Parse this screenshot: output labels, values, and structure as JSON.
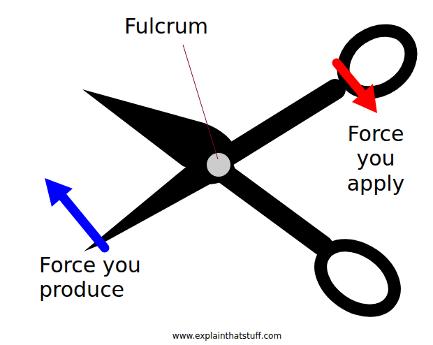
{
  "diagram": {
    "labels": [
      "Fulcrum",
      "Force you apply",
      "Force you produce",
      "www.explainthatstuff.com"
    ]
  }
}
